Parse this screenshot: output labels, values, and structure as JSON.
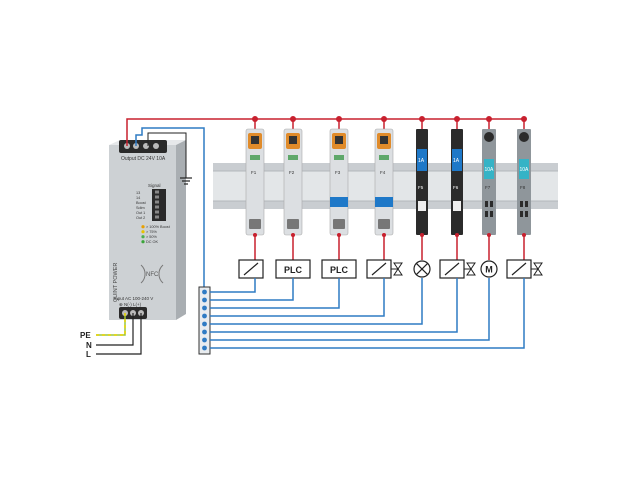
{
  "power_supply": {
    "output_label": "Output DC 24V 10A",
    "input_label": "Input AC 100-240 V",
    "input_terminals": "⊕ N(-) L(+)",
    "brand": "QUINT POWER",
    "nfc": "NFC",
    "signal_header": "Signal",
    "signal_rows": [
      "13",
      "14",
      "Boost",
      "Sdim",
      "Out 1",
      "Out 2"
    ],
    "indicators": [
      {
        "text": "> 100% Boost",
        "color": "#e8a000"
      },
      {
        "text": "> 75%",
        "color": "#e8c300"
      },
      {
        "text": "> 50%",
        "color": "#4caf50"
      },
      {
        "text": "DC OK",
        "color": "#3aa53a"
      }
    ]
  },
  "supply_lines": {
    "pe": "PE",
    "n": "N",
    "l": "L"
  },
  "breakers": [
    {
      "id": "F1",
      "type": "electronic",
      "rating": "",
      "load": "valve"
    },
    {
      "id": "F2",
      "type": "electronic",
      "rating": "",
      "load": "plc",
      "load_label": "PLC"
    },
    {
      "id": "F3",
      "type": "electronic",
      "rating": "",
      "load": "plc",
      "load_label": "PLC"
    },
    {
      "id": "F4",
      "type": "electronic",
      "rating": "",
      "load": "valve_x"
    },
    {
      "id": "F5",
      "type": "blue",
      "rating": "1A",
      "load": "lamp"
    },
    {
      "id": "F6",
      "type": "blue",
      "rating": "1A",
      "load": "valve_x"
    },
    {
      "id": "F7",
      "type": "thermal",
      "rating": "10A",
      "load": "motor",
      "load_label": "M"
    },
    {
      "id": "F8",
      "type": "thermal",
      "rating": "10A",
      "load": "valve_x"
    }
  ],
  "colors": {
    "positive_line": "#c8202e",
    "negative_line": "#2f7bc4",
    "pe_line": "#9bc53d",
    "wire_black": "#222222",
    "rail": "#d9dde0"
  }
}
